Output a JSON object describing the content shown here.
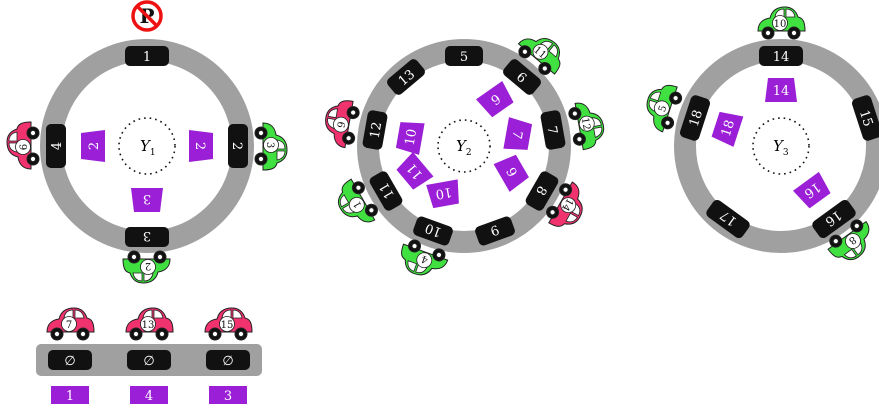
{
  "colors": {
    "ring": "#a0a0a0",
    "slot": "#111111",
    "slot_text": "#ffffff",
    "purple": "#9a1fd6",
    "green_car": "#3fe03f",
    "pink_car": "#f0326e",
    "prohibited": "#ee1111"
  },
  "icons": {
    "no_parking": "no-parking-icon",
    "car": "car-icon"
  },
  "no_parking_letter": "P",
  "rings": [
    {
      "id": "ring-1",
      "center_label": {
        "base": "Y",
        "sub": "1"
      },
      "slots": [
        "1",
        "2",
        "3",
        "4"
      ],
      "purple_tiles": [
        "2",
        "3",
        "2"
      ],
      "cars": [
        {
          "number": "2",
          "color": "green"
        },
        {
          "number": "3",
          "color": "green"
        },
        {
          "number": "6",
          "color": "pink"
        }
      ]
    },
    {
      "id": "ring-2",
      "center_label": {
        "base": "Y",
        "sub": "2"
      },
      "slots": [
        "5",
        "6",
        "7",
        "8",
        "9",
        "10",
        "11",
        "12",
        "13"
      ],
      "purple_tiles": [
        "6",
        "7",
        "9",
        "10",
        "11",
        "10"
      ],
      "cars": [
        {
          "number": "11",
          "color": "green"
        },
        {
          "number": "12",
          "color": "green"
        },
        {
          "number": "14",
          "color": "pink"
        },
        {
          "number": "4",
          "color": "green"
        },
        {
          "number": "1",
          "color": "green"
        },
        {
          "number": "9",
          "color": "pink"
        }
      ]
    },
    {
      "id": "ring-3",
      "center_label": {
        "base": "Y",
        "sub": "3"
      },
      "slots": [
        "14",
        "15",
        "16",
        "17",
        "18"
      ],
      "purple_tiles": [
        "14",
        "16",
        "18"
      ],
      "cars": [
        {
          "number": "10",
          "color": "green"
        },
        {
          "number": "8",
          "color": "green"
        },
        {
          "number": "5",
          "color": "green"
        }
      ]
    }
  ],
  "empty_row": {
    "cars": [
      {
        "number": "7",
        "color": "pink"
      },
      {
        "number": "13",
        "color": "pink"
      },
      {
        "number": "15",
        "color": "pink"
      }
    ],
    "slot_symbol": "∅",
    "tiles": [
      "1",
      "4",
      "3"
    ]
  }
}
